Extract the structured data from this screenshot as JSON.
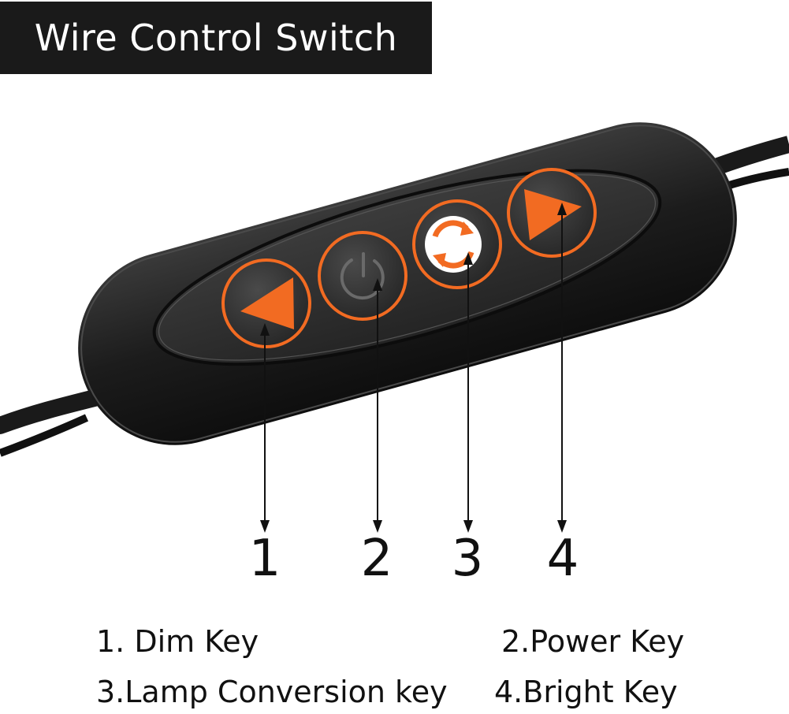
{
  "title": "Wire Control Switch",
  "keys": [
    {
      "number": "1",
      "label": "1. Dim Key",
      "icon": "left-triangle-icon"
    },
    {
      "number": "2",
      "label": "2.Power Key",
      "icon": "power-icon"
    },
    {
      "number": "3",
      "label": "3.Lamp Conversion key",
      "icon": "cycle-icon"
    },
    {
      "number": "4",
      "label": "4.Bright Key",
      "icon": "right-triangle-icon"
    }
  ],
  "colors": {
    "accent": "#f26b22",
    "body": "#1b1b1b",
    "panel": "#2b2b2b"
  }
}
